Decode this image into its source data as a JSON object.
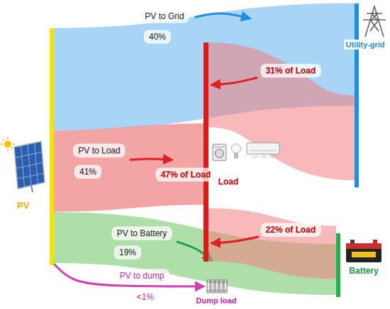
{
  "diagram": {
    "nodes": [
      {
        "text": [
          "PV"
        ]
      },
      {
        "text": [
          "Utility-grid"
        ]
      },
      {
        "text": [
          "Load"
        ]
      },
      {
        "text": [
          "Battery"
        ]
      },
      {
        "text": [
          "Dump load"
        ]
      }
    ],
    "edges": [
      {
        "from": 0,
        "to": 1,
        "label": "PV to Grid",
        "arrow": "to"
      },
      {
        "from": 0,
        "to": 2,
        "label": "PV to Load",
        "arrow": "to"
      },
      {
        "from": 0,
        "to": 3,
        "label": "PV to Battery",
        "arrow": "to"
      },
      {
        "from": 0,
        "to": 4,
        "label": "PV to dump",
        "arrow": "to"
      },
      {
        "from": 1,
        "to": 2,
        "label": "31% of Load",
        "arrow": "to"
      },
      {
        "from": 3,
        "to": 2,
        "label": "22% of Load",
        "arrow": "to"
      }
    ],
    "labels": [
      "40%",
      "41%",
      "47% of Load",
      "19%",
      "<1%"
    ]
  }
}
